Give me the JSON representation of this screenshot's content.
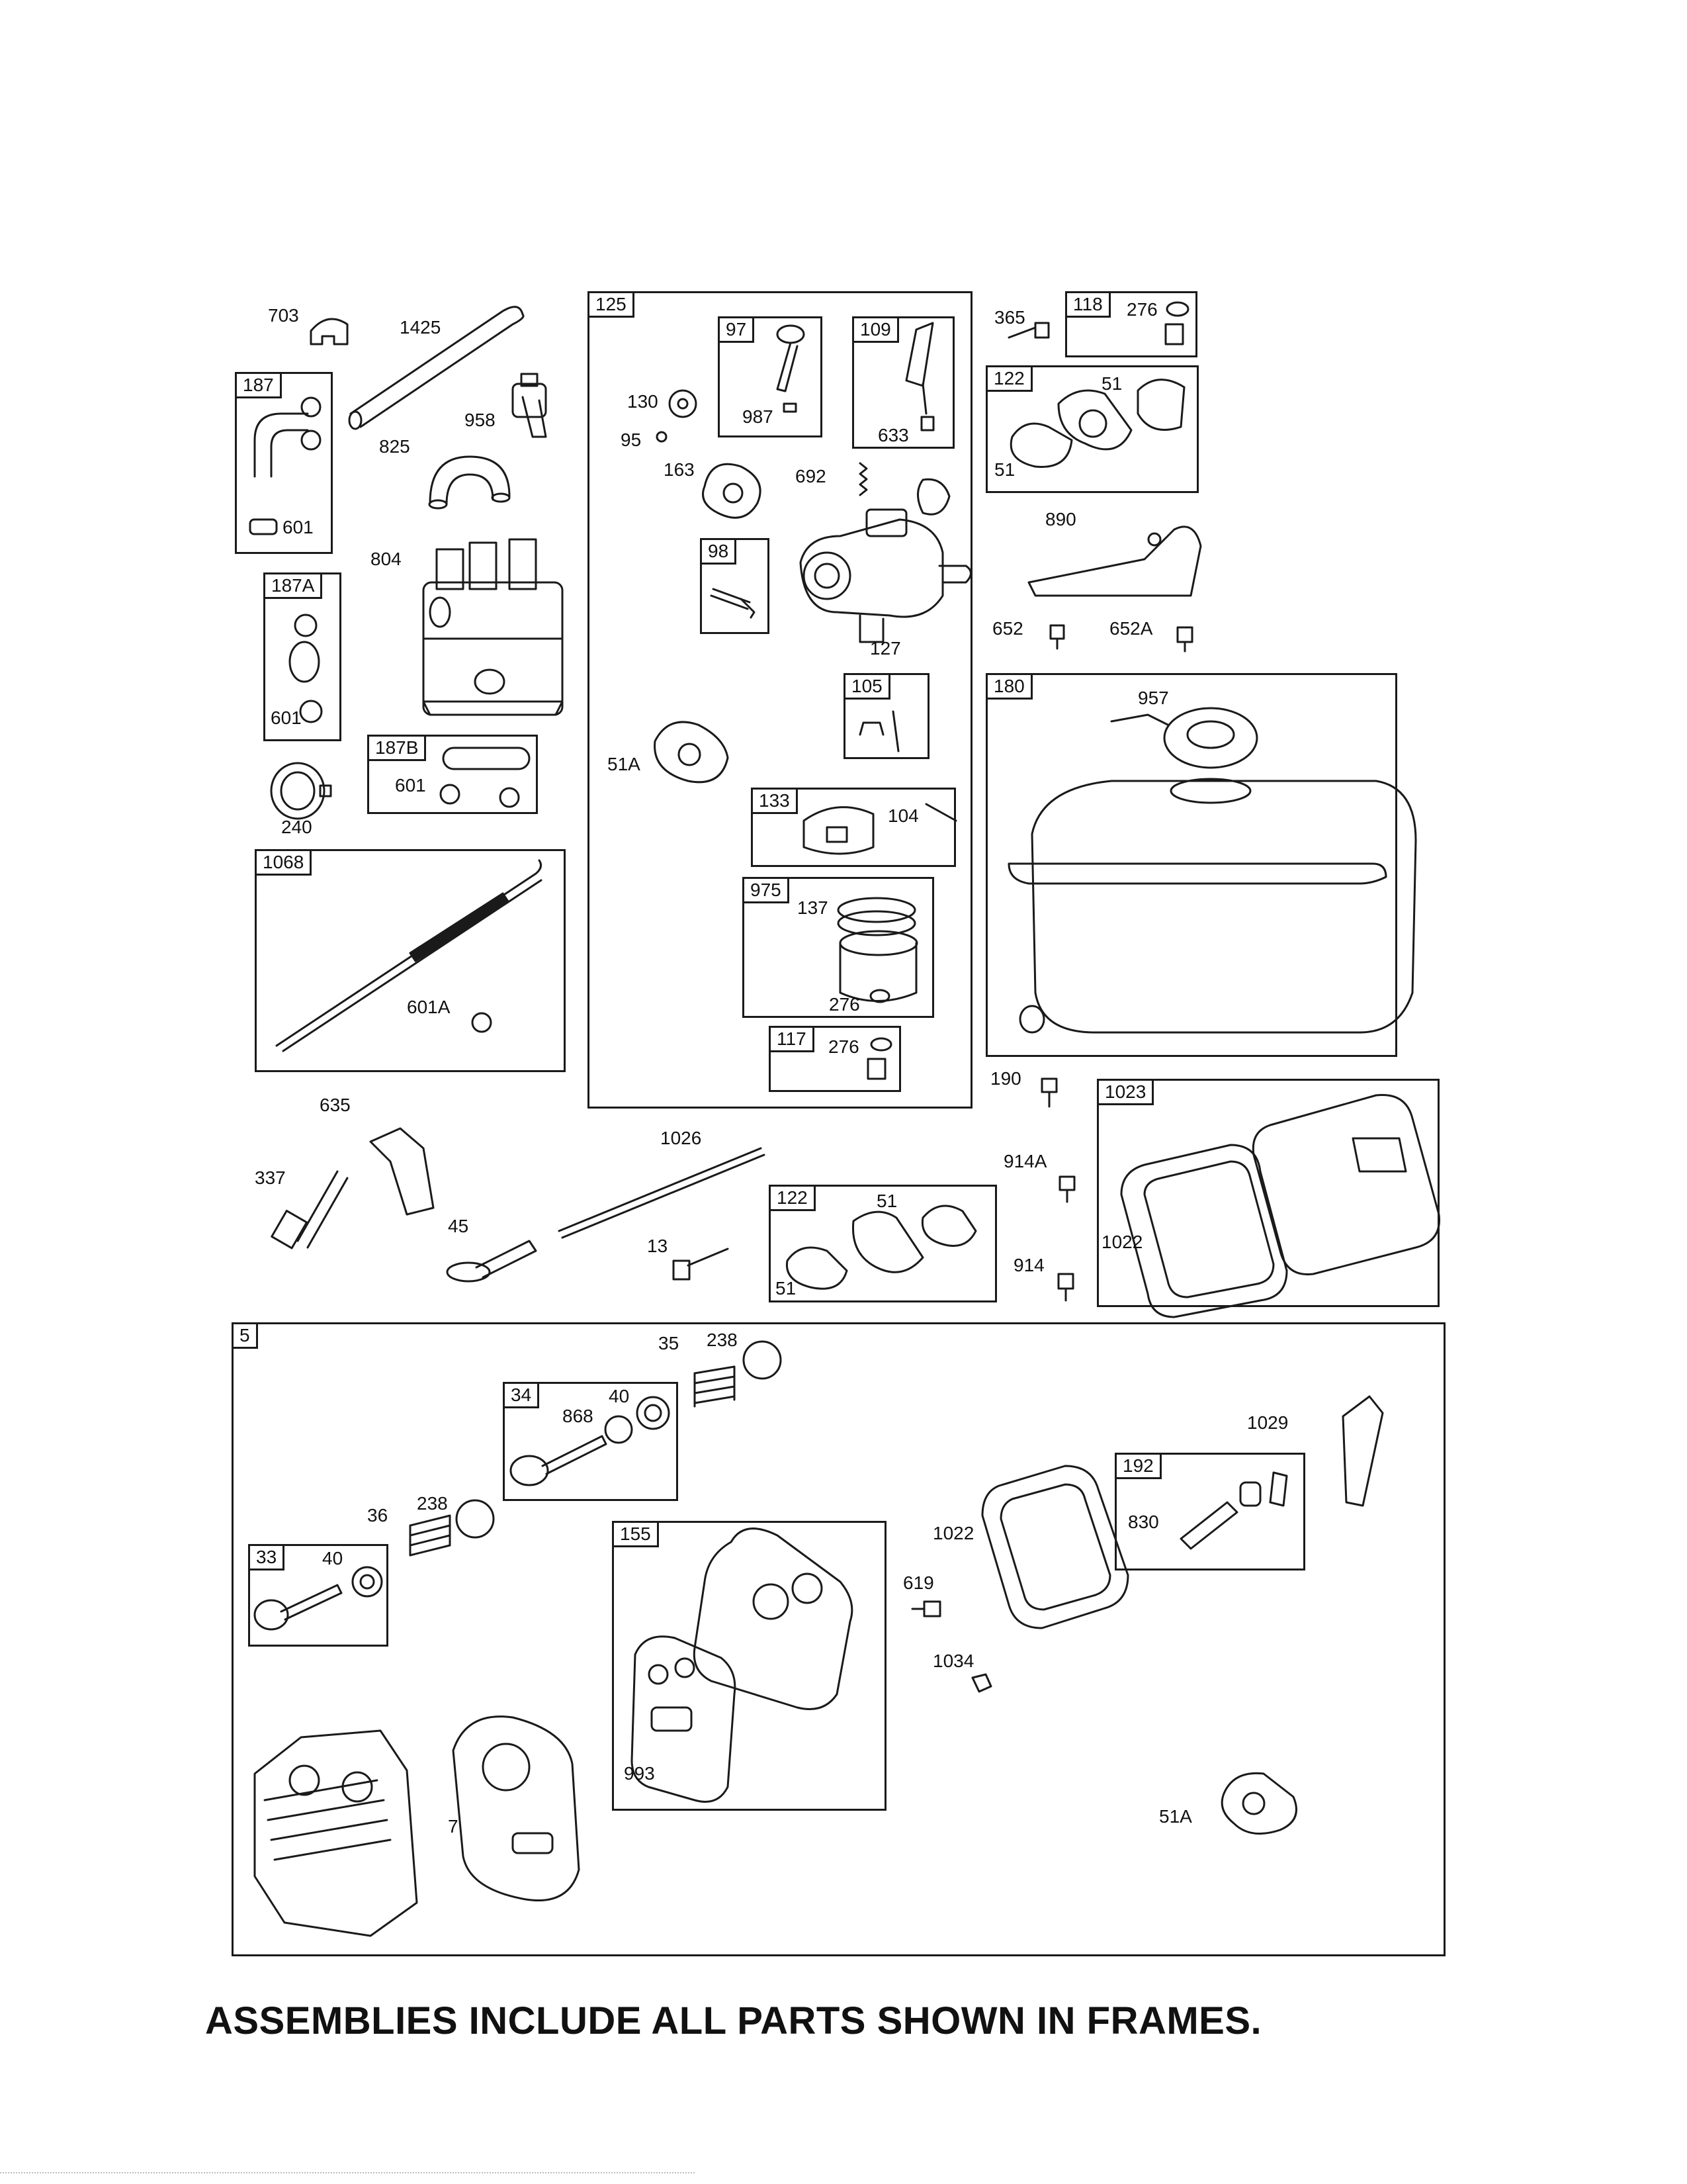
{
  "footer": "ASSEMBLIES INCLUDE ALL PARTS SHOWN IN FRAMES.",
  "frames": [
    {
      "id": "f125",
      "tag": "125"
    },
    {
      "id": "f97",
      "tag": "97"
    },
    {
      "id": "f109",
      "tag": "109"
    },
    {
      "id": "f98",
      "tag": "98"
    },
    {
      "id": "f105",
      "tag": "105"
    },
    {
      "id": "f133",
      "tag": "133"
    },
    {
      "id": "f975",
      "tag": "975"
    },
    {
      "id": "f117",
      "tag": "117"
    },
    {
      "id": "f118",
      "tag": "118"
    },
    {
      "id": "f122a",
      "tag": "122"
    },
    {
      "id": "f180",
      "tag": "180"
    },
    {
      "id": "f187",
      "tag": "187"
    },
    {
      "id": "f187a",
      "tag": "187A"
    },
    {
      "id": "f187b",
      "tag": "187B"
    },
    {
      "id": "f1068",
      "tag": "1068"
    },
    {
      "id": "f1023",
      "tag": "1023"
    },
    {
      "id": "f122b",
      "tag": "122"
    },
    {
      "id": "f5",
      "tag": "5"
    },
    {
      "id": "f34",
      "tag": "34"
    },
    {
      "id": "f33",
      "tag": "33"
    },
    {
      "id": "f155",
      "tag": "155"
    },
    {
      "id": "f192",
      "tag": "192"
    }
  ],
  "labels": [
    "703",
    "1425",
    "958",
    "825",
    "601",
    "804",
    "601",
    "240",
    "601",
    "130",
    "95",
    "987",
    "633",
    "163",
    "692",
    "127",
    "51A",
    "104",
    "137",
    "276",
    "276",
    "365",
    "276",
    "51",
    "51",
    "890",
    "652",
    "652A",
    "957",
    "601A",
    "635",
    "337",
    "45",
    "1026",
    "13",
    "51",
    "51",
    "190",
    "914A",
    "914",
    "1022",
    "35",
    "238",
    "40",
    "868",
    "36",
    "238",
    "40",
    "1029",
    "830",
    "1022",
    "619",
    "1034",
    "993",
    "7",
    "51A"
  ]
}
